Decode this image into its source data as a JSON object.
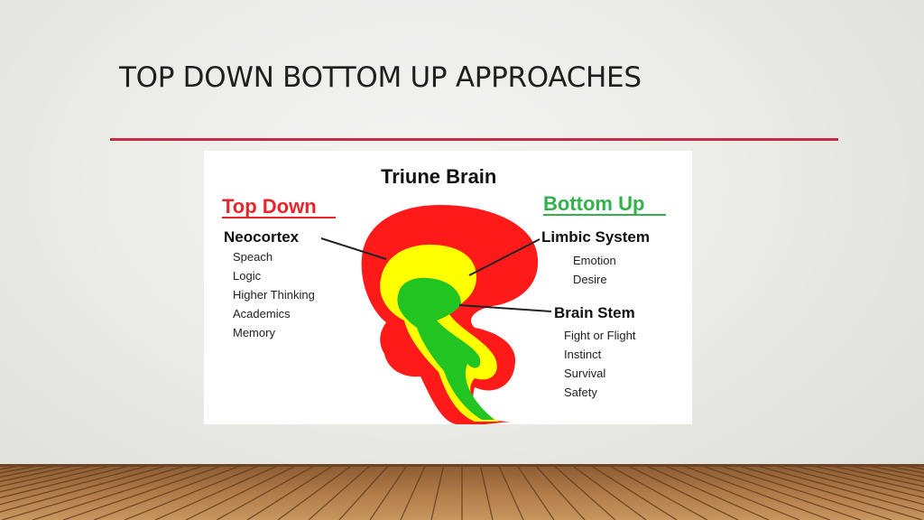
{
  "slide": {
    "title": "TOP DOWN BOTTOM UP APPROACHES"
  },
  "diagram": {
    "title": "Triune Brain",
    "top_down": {
      "heading": "Top Down",
      "label": "Neocortex",
      "items": [
        "Speach",
        "Logic",
        "Higher Thinking",
        "Academics",
        "Memory"
      ]
    },
    "bottom_up": {
      "heading": "Bottom Up",
      "limbic_label": "Limbic System",
      "limbic_items": [
        "Emotion",
        "Desire"
      ],
      "stem_label": "Brain Stem",
      "stem_items": [
        "Fight or Flight",
        "Instinct",
        "Survival",
        "Safety"
      ]
    },
    "colors": {
      "neocortex": "#ff1a1a",
      "limbic": "#ffff00",
      "brain_stem": "#22c422",
      "top_down_heading": "#e8262a",
      "bottom_up_heading": "#2fb34a",
      "accent_rule": "#c42b46"
    }
  }
}
